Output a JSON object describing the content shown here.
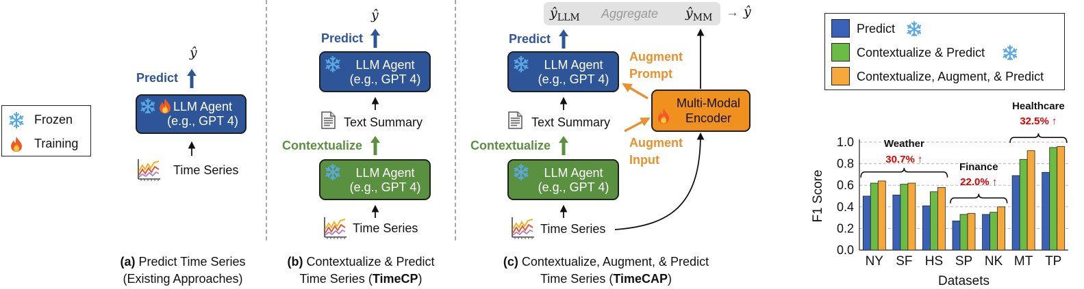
{
  "legend_left": {
    "frozen": "Frozen",
    "training": "Training"
  },
  "panel_a": {
    "output": "ŷ",
    "predict": "Predict",
    "agent_line1": "LLM Agent",
    "agent_line2": "(e.g., GPT 4)",
    "input": "Time Series",
    "caption_tag": "(a)",
    "caption_line1": "Predict Time Series",
    "caption_line2": "(Existing Approaches)"
  },
  "panel_b": {
    "output": "ŷ",
    "predict": "Predict",
    "agent_top_line1": "LLM Agent",
    "agent_top_line2": "(e.g., GPT 4)",
    "summary": "Text Summary",
    "contextualize": "Contextualize",
    "agent_bottom_line1": "LLM Agent",
    "agent_bottom_line2": "(e.g., GPT 4)",
    "input": "Time Series",
    "caption_tag": "(b)",
    "caption_line1": "Contextualize & Predict",
    "caption_line2_pre": "Time Series (",
    "caption_line2_bold": "TimeCP",
    "caption_line2_post": ")"
  },
  "panel_c": {
    "aggregate_llm": "ŷ",
    "aggregate_llm_sub": "LLM",
    "aggregate": "Aggregate",
    "aggregate_mm": "ŷ",
    "aggregate_mm_sub": "MM",
    "aggregate_arrow": "→",
    "aggregate_out": "ŷ",
    "predict": "Predict",
    "agent_top_line1": "LLM Agent",
    "agent_top_line2": "(e.g., GPT 4)",
    "augment_prompt_1": "Augment",
    "augment_prompt_2": "Prompt",
    "augment_input_1": "Augment",
    "augment_input_2": "Input",
    "encoder_line1": "Multi-Modal",
    "encoder_line2": "Encoder",
    "summary": "Text Summary",
    "contextualize": "Contextualize",
    "agent_bottom_line1": "LLM Agent",
    "agent_bottom_line2": "(e.g., GPT 4)",
    "input": "Time Series",
    "caption_tag": "(c)",
    "caption_line1": "Contextualize, Augment, & Predict",
    "caption_line2_pre": "Time Series (",
    "caption_line2_bold": "TimeCAP",
    "caption_line2_post": ")"
  },
  "chart_legend": {
    "items": [
      "Predict",
      "Contextualize & Predict",
      "Contextualize, Augment, & Predict"
    ]
  },
  "colors": {
    "predict": "#2e5597",
    "contextualize": "#5a9140",
    "augment": "#e8912e",
    "highlight": "#e00000",
    "series": [
      "#3a62b8",
      "#6cbb45",
      "#f6a93b"
    ]
  },
  "chart_data": {
    "type": "bar",
    "categories": [
      "NY",
      "SF",
      "HS",
      "SP",
      "NK",
      "MT",
      "TP"
    ],
    "series": [
      {
        "name": "Predict",
        "values": [
          0.5,
          0.51,
          0.41,
          0.27,
          0.33,
          0.69,
          0.72
        ]
      },
      {
        "name": "Contextualize & Predict",
        "values": [
          0.62,
          0.61,
          0.54,
          0.33,
          0.35,
          0.84,
          0.95
        ]
      },
      {
        "name": "Contextualize, Augment, & Predict",
        "values": [
          0.64,
          0.62,
          0.58,
          0.34,
          0.4,
          0.92,
          0.96
        ]
      }
    ],
    "xlabel": "Datasets",
    "ylabel": "F1 Score",
    "ylim": [
      0.0,
      1.0
    ],
    "yticks": [
      "0.0",
      "0.2",
      "0.4",
      "0.6",
      "0.8",
      "1.0"
    ],
    "grid": "horizontal dashed",
    "groups": [
      {
        "name": "Weather",
        "value": "30.7% ↑",
        "categories": [
          "NY",
          "SF",
          "HS"
        ]
      },
      {
        "name": "Finance",
        "value": "22.0% ↑",
        "categories": [
          "SP",
          "NK"
        ]
      },
      {
        "name": "Healthcare",
        "value": "32.5% ↑",
        "categories": [
          "MT",
          "TP"
        ]
      }
    ]
  }
}
